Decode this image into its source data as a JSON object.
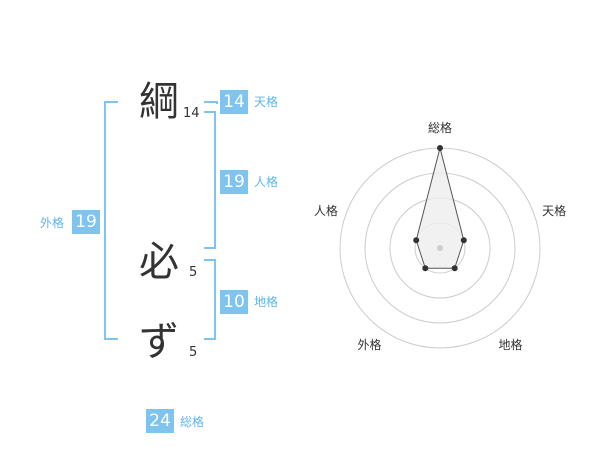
{
  "name": {
    "chars": [
      {
        "char": "綱",
        "strokes": "14"
      },
      {
        "char": "必",
        "strokes": "5"
      },
      {
        "char": "ず",
        "strokes": "5"
      }
    ]
  },
  "kaku": {
    "tenkaku": {
      "value": "14",
      "label": "天格"
    },
    "jinkaku": {
      "value": "19",
      "label": "人格"
    },
    "chikaku": {
      "value": "10",
      "label": "地格"
    },
    "gaikaku": {
      "value": "19",
      "label": "外格"
    },
    "soukaku": {
      "value": "24",
      "label": "総格"
    }
  },
  "chart_data": {
    "type": "radar",
    "axes": [
      "総格",
      "天格",
      "地格",
      "外格",
      "人格"
    ],
    "values": [
      4,
      1,
      1,
      1,
      1
    ],
    "rmax": 4,
    "rings": 4,
    "colors": {
      "ring": "#cccccc",
      "fill": "#eeeeee",
      "line": "#555555",
      "point": "#333333",
      "center": "#cccccc"
    }
  }
}
